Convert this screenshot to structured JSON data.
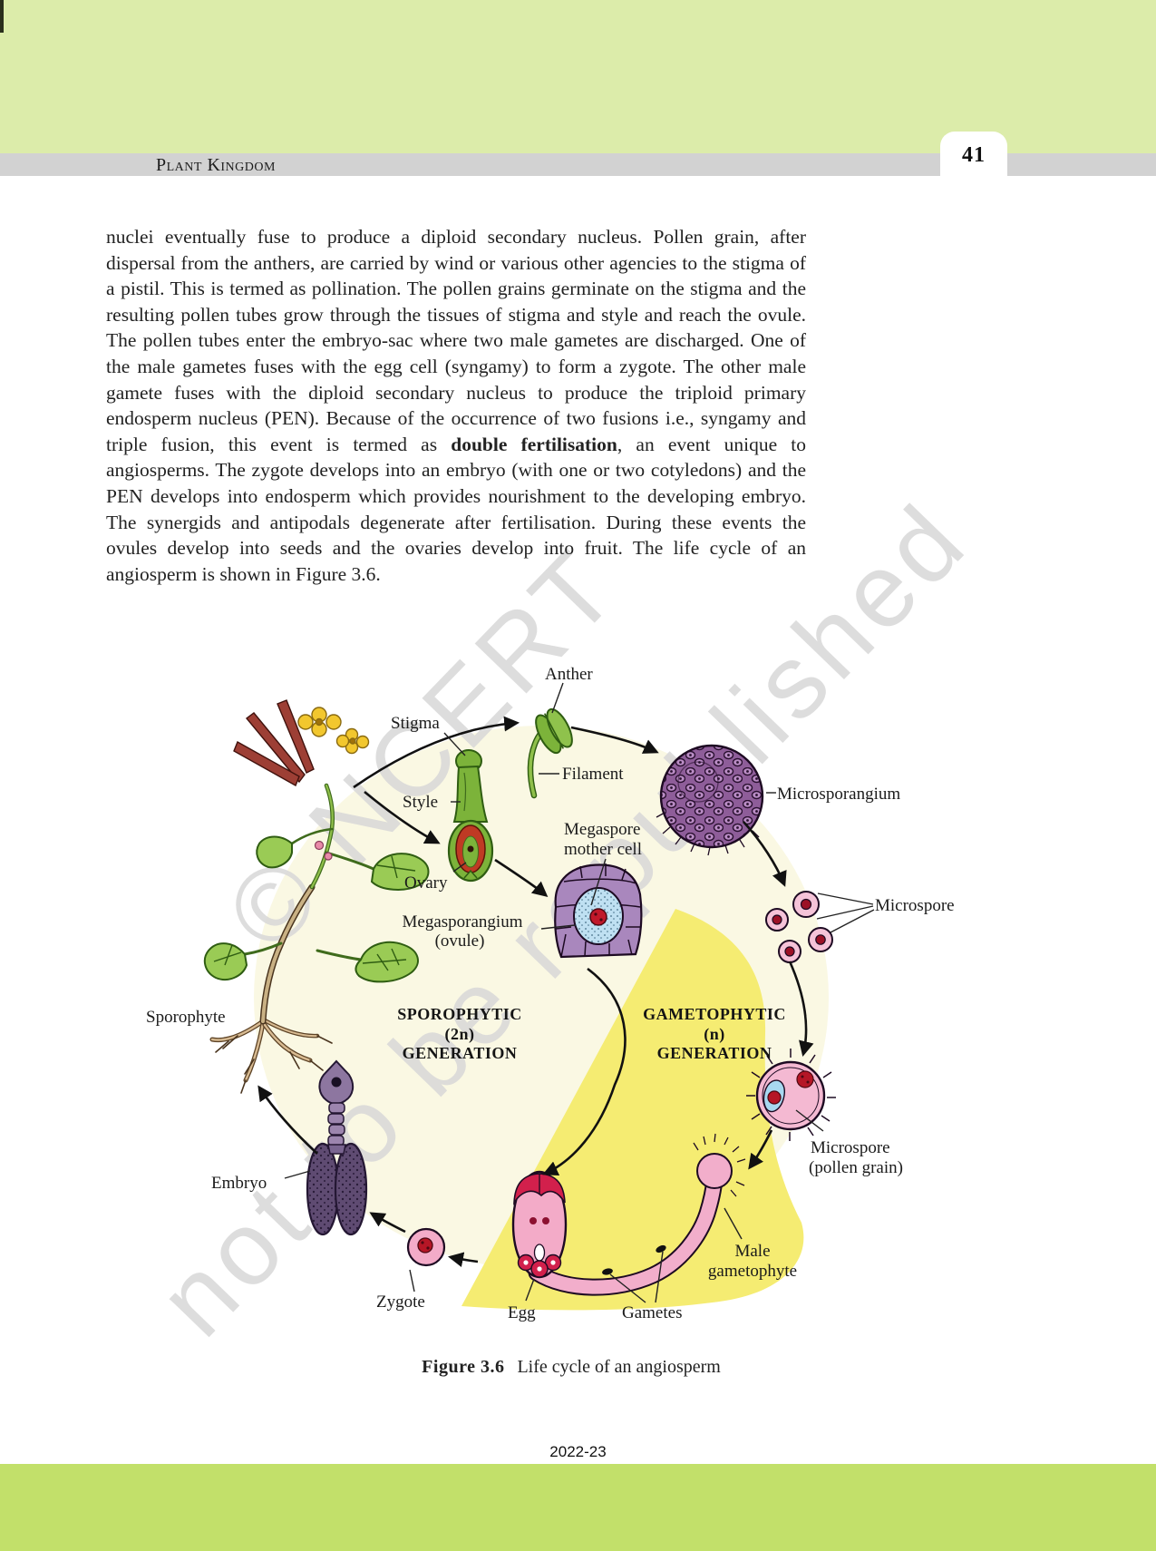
{
  "header": {
    "chapter_title": "Plant Kingdom",
    "page_number": "41"
  },
  "body": {
    "para_part1": "nuclei eventually fuse to produce a diploid secondary nucleus. Pollen grain, after dispersal from the anthers, are carried by wind or various other agencies to the stigma of a pistil. This is termed as pollination. The pollen grains germinate on the stigma and the resulting pollen tubes grow through the tissues of stigma and style and reach the ovule. The pollen tubes enter the embryo-sac where two male gametes are discharged. One of the male gametes fuses with the egg cell (syngamy) to form a zygote. The other male gamete fuses with the diploid secondary nucleus to produce the triploid primary endosperm nucleus (PEN). Because of the occurrence of two fusions i.e., syngamy and triple fusion, this event is termed as ",
    "para_bold": "double fertilisation",
    "para_part2": ", an event unique to angiosperms. The zygote develops into an embryo (with one or two cotyledons) and the PEN develops into endosperm which provides nourishment to  the developing embryo. The synergids and antipodals degenerate after fertilisation. During these events the ovules develop into seeds and the ovaries develop into fruit. The life cycle of an angiosperm is shown in Figure 3.6."
  },
  "watermark": {
    "line1": "© NCERT",
    "line2": "not to be republished"
  },
  "figure": {
    "caption_label": "Figure 3.6",
    "caption_text": "Life cycle of an angiosperm",
    "labels": {
      "anther": "Anther",
      "stigma": "Stigma",
      "filament": "Filament",
      "style": "Style",
      "ovary": "Ovary",
      "megaspore_l1": "Megaspore",
      "megaspore_l2": "mother cell",
      "megasporangium_l1": "Megasporangium",
      "megasporangium_l2": "(ovule)",
      "microsporangium": "Microsporangium",
      "microspore": "Microspore",
      "pollen_l1": "Microspore",
      "pollen_l2": "(pollen grain)",
      "male_l1": "Male",
      "male_l2": "gametophyte",
      "gametes": "Gametes",
      "egg": "Egg",
      "zygote": "Zygote",
      "embryo": "Embryo",
      "sporophyte": "Sporophyte"
    },
    "captions": {
      "sporophytic_l1": "SPOROPHYTIC",
      "sporophytic_l2": "(2n)",
      "sporophytic_l3": "GENERATION",
      "gametophytic_l1": "GAMETOPHYTIC",
      "gametophytic_l2": "(n)",
      "gametophytic_l3": "GENERATION"
    }
  },
  "footer": {
    "year": "2022-23"
  },
  "colors": {
    "band_top": "#dcecaa",
    "band_bottom": "#c2e06a",
    "cream_circle": "#faf8e3",
    "yellow_sector": "#f5ec72",
    "watermark_gray": "#d8d8d8"
  }
}
